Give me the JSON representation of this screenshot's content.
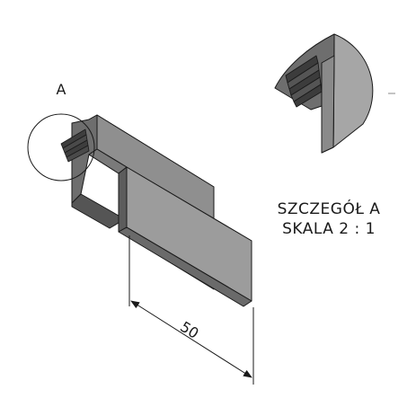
{
  "drawing": {
    "view_label": "A",
    "detail_title": "SZCZEGÓŁ A",
    "detail_scale": "SKALA 2 : 1",
    "dimension_value": "50"
  },
  "colors": {
    "line": "#1a1a1a",
    "face_dark": "#555555",
    "face_mid": "#7a7a7a",
    "face_light": "#9a9a9a",
    "face_top": "#b4b4b4"
  }
}
